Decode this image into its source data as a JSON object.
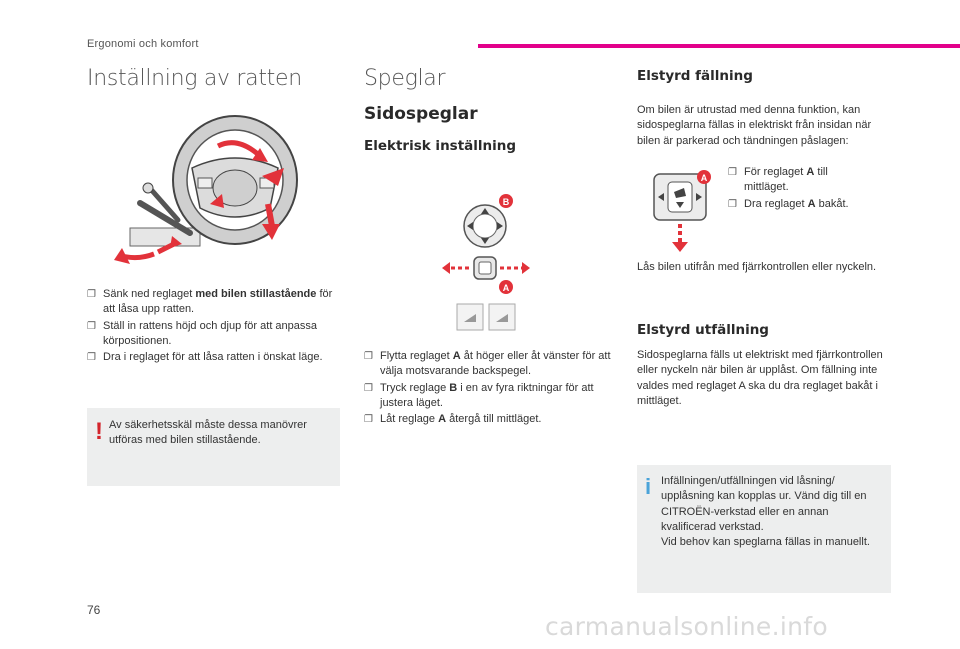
{
  "header": {
    "section": "Ergonomi och komfort",
    "accent_color": "#e2008a"
  },
  "page_number": "76",
  "watermark": "carmanualsonline.info",
  "left": {
    "title": "Inställning av ratten",
    "steps": [
      {
        "icon": "checkbox-icon",
        "before": "Sänk ned reglaget ",
        "bold": "med bilen stillastående",
        "after": " för att låsa upp ratten."
      },
      {
        "icon": "checkbox-icon",
        "text": "Ställ in rattens höjd och djup för att anpassa körpositionen."
      },
      {
        "icon": "checkbox-icon",
        "text": "Dra i reglaget för att låsa ratten i önskat läge."
      }
    ],
    "warning": {
      "icon": "warning-exclamation-icon",
      "mark": "!",
      "text": "Av säkerhetsskäl måste dessa manövrer utföras med bilen stillastående."
    }
  },
  "middle": {
    "title": "Speglar",
    "subtitle": "Sidospeglar",
    "section_title": "Elektrisk inställning",
    "diagram": {
      "label_a": "A",
      "label_b": "B"
    },
    "steps": [
      {
        "before": "Flytta reglaget ",
        "bold": "A",
        "after": " åt höger eller åt vänster för att välja motsvarande backspegel."
      },
      {
        "before": "Tryck reglage ",
        "bold": "B",
        "after": " i en av fyra riktningar för att justera läget."
      },
      {
        "before": "Låt reglage ",
        "bold": "A",
        "after": " återgå till mittläget."
      }
    ]
  },
  "right": {
    "folding_title": "Elstyrd fällning",
    "folding_intro": "Om bilen är utrustad med denna funktion, kan sidospeglarna fällas in elektriskt från insidan när bilen är parkerad och tändningen påslagen:",
    "diagram": {
      "label_a": "A"
    },
    "folding_steps": [
      {
        "before": "För reglaget ",
        "bold": "A",
        "after": " till mittläget."
      },
      {
        "before": "Dra reglaget ",
        "bold": "A",
        "after": " bakåt."
      }
    ],
    "lock_text": "Lås bilen utifrån med fjärrkontrollen eller nyckeln.",
    "unfolding_title": "Elstyrd utfällning",
    "unfolding_text": "Sidospeglarna fälls ut elektriskt med fjärrkontrollen eller nyckeln när bilen är upplåst. Om fällning inte valdes med reglaget A ska du dra reglaget bakåt i mittläget.",
    "info": {
      "icon": "info-icon",
      "mark": "i",
      "line1": "Infällningen/utfällningen vid låsning/ upplåsning kan kopplas ur. Vänd dig till en CITROËN-verkstad eller en annan kvalificerad verkstad.",
      "line2": "Vid behov kan speglarna fällas in manuellt."
    }
  },
  "colors": {
    "arrow_red": "#e2323a",
    "label_red": "#e2323a",
    "box_grey": "#edeeee",
    "warning_red": "#d3242b",
    "info_blue": "#4aa3d9"
  }
}
